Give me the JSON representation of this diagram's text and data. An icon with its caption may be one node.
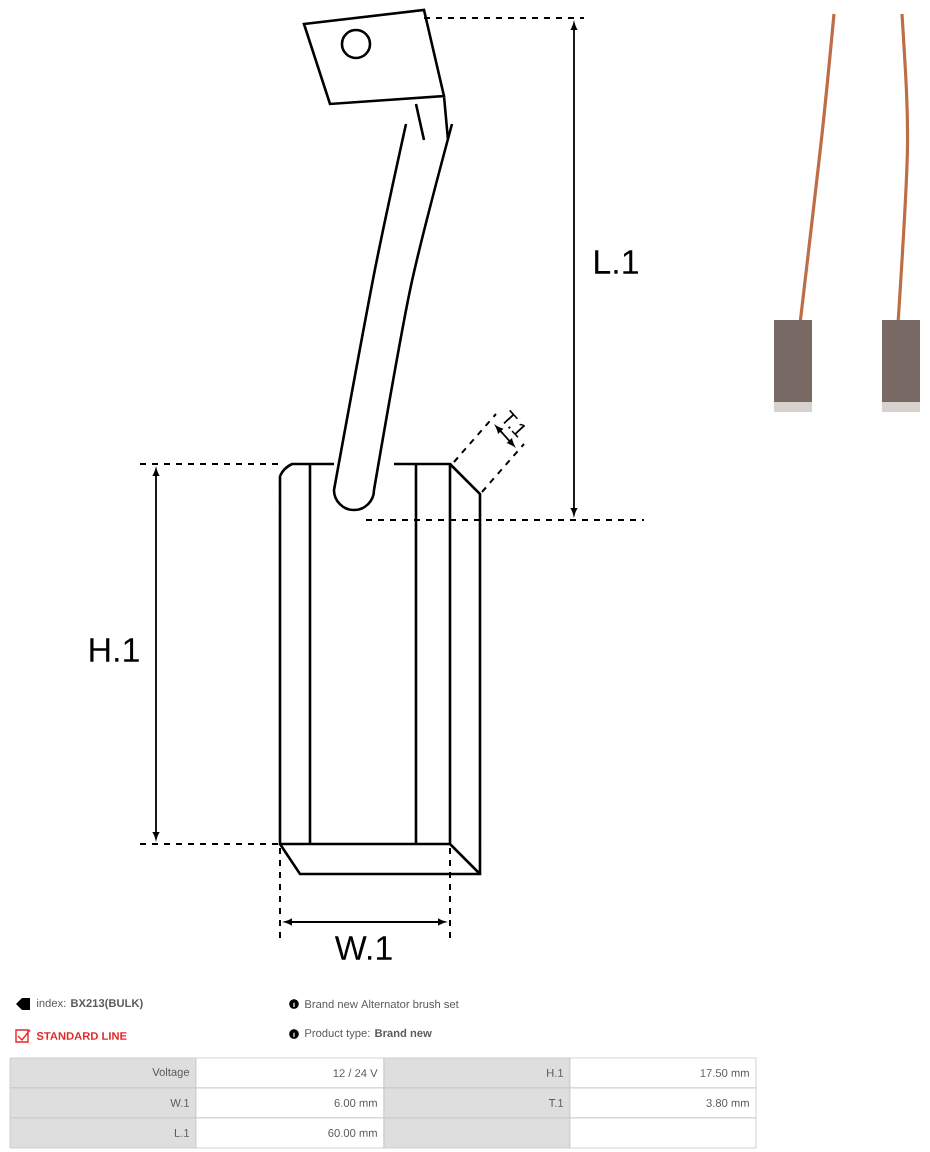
{
  "diagram": {
    "labels": [
      "L.1",
      "T.1",
      "H.1",
      "W.1",
      "index: **BX213(BULK)**",
      "Brand new Alternator brush set",
      "STANDARD LINE",
      "Product type: **Brand new**",
      "Voltage",
      "12 / 24 V",
      "H.1",
      "17.50 mm",
      "W.1",
      "6.00 mm",
      "T.1",
      "3.80 mm",
      "L.1",
      "60.00 mm"
    ]
  }
}
